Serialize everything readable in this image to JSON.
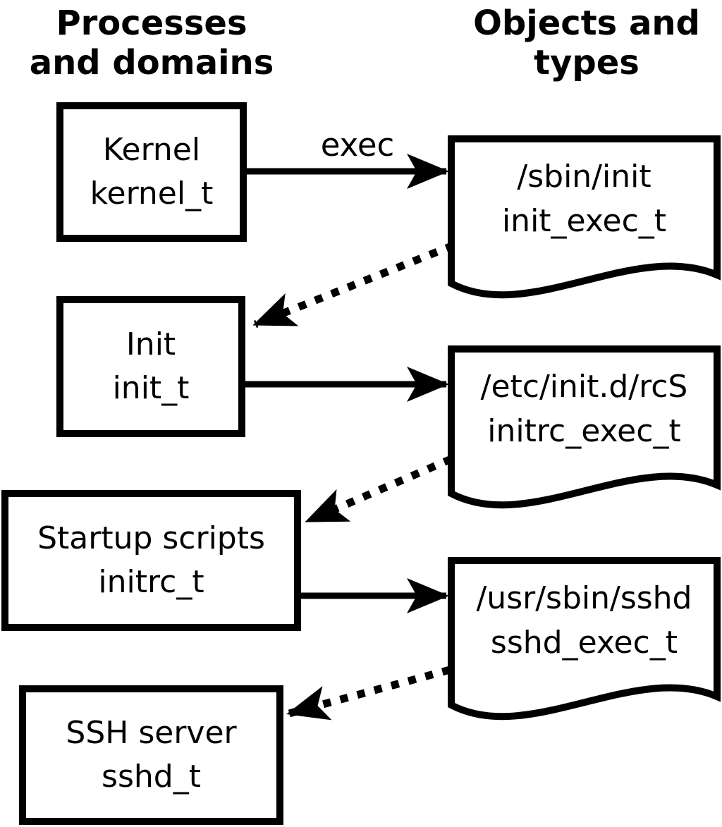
{
  "diagram": {
    "column_headers": {
      "left": [
        "Processes",
        "and domains"
      ],
      "right": [
        "Objects and",
        "types"
      ]
    },
    "processes": [
      {
        "name": "Kernel",
        "type": "kernel_t"
      },
      {
        "name": "Init",
        "type": "init_t"
      },
      {
        "name": "Startup scripts",
        "type": "initrc_t"
      },
      {
        "name": "SSH server",
        "type": "sshd_t"
      }
    ],
    "objects": [
      {
        "path": "/sbin/init",
        "type": "init_exec_t"
      },
      {
        "path": "/etc/init.d/rcS",
        "type": "initrc_exec_t"
      },
      {
        "path": "/usr/sbin/sshd",
        "type": "sshd_exec_t"
      }
    ],
    "edge_labels": {
      "exec": "exec"
    },
    "colors": {
      "ink": "#000000",
      "background": "#ffffff"
    }
  }
}
